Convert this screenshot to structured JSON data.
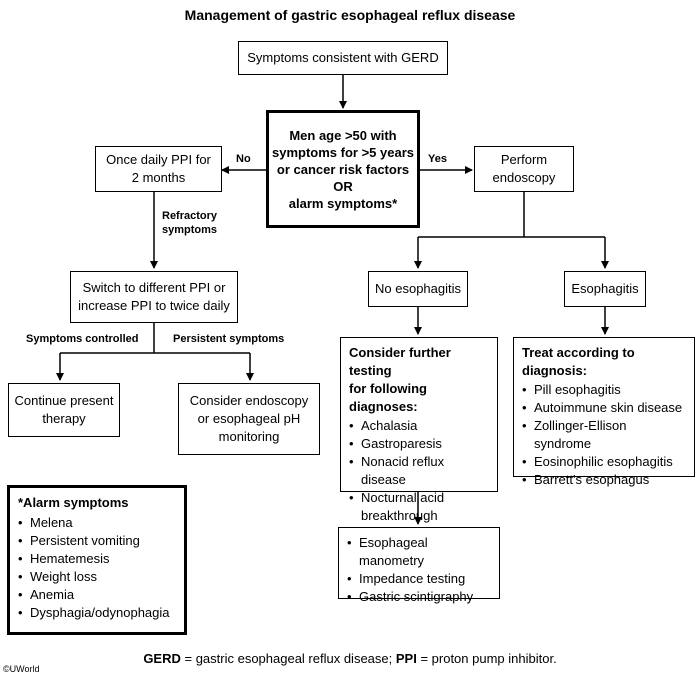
{
  "title": "Management of gastric esophageal reflux disease",
  "nodes": {
    "start": "Symptoms consistent with GERD",
    "decision": [
      "Men age >50 with",
      "symptoms for >5 years",
      "or cancer risk factors",
      "OR",
      "alarm symptoms*"
    ],
    "ppi": [
      "Once daily PPI for",
      "2 months"
    ],
    "endoscopy": [
      "Perform",
      "endoscopy"
    ],
    "switch": [
      "Switch to different PPI or",
      "increase PPI to twice daily"
    ],
    "continue": [
      "Continue present",
      "therapy"
    ],
    "consider": [
      "Consider endoscopy",
      "or esophageal pH",
      "monitoring"
    ],
    "no_esophagitis": "No esophagitis",
    "esophagitis": "Esophagitis",
    "further": {
      "heading": [
        "Consider further testing",
        "for following diagnoses:"
      ],
      "items": [
        "Achalasia",
        "Gastroparesis",
        "Nonacid reflux disease",
        "Nocturnal acid breakthrough"
      ]
    },
    "treat": {
      "heading": "Treat according to diagnosis:",
      "items": [
        "Pill esophagitis",
        "Autoimmune skin disease",
        "Zollinger-Ellison syndrome",
        "Eosinophilic esophagitis",
        "Barrett's esophagus"
      ]
    },
    "tests": [
      "Esophageal manometry",
      "Impedance testing",
      "Gastric scintigraphy"
    ],
    "alarm": {
      "heading": "*Alarm symptoms",
      "items": [
        "Melena",
        "Persistent vomiting",
        "Hematemesis",
        "Weight loss",
        "Anemia",
        "Dysphagia/odynophagia"
      ]
    }
  },
  "edge_labels": {
    "no": "No",
    "yes": "Yes",
    "refractory": [
      "Refractory",
      "symptoms"
    ],
    "controlled": "Symptoms controlled",
    "persistent": "Persistent symptoms"
  },
  "footnote": {
    "gerd_abbr": "GERD",
    "gerd_def": " = gastric esophageal reflux disease; ",
    "ppi_abbr": "PPI",
    "ppi_def": " = proton pump inhibitor."
  },
  "copyright": "©UWorld"
}
